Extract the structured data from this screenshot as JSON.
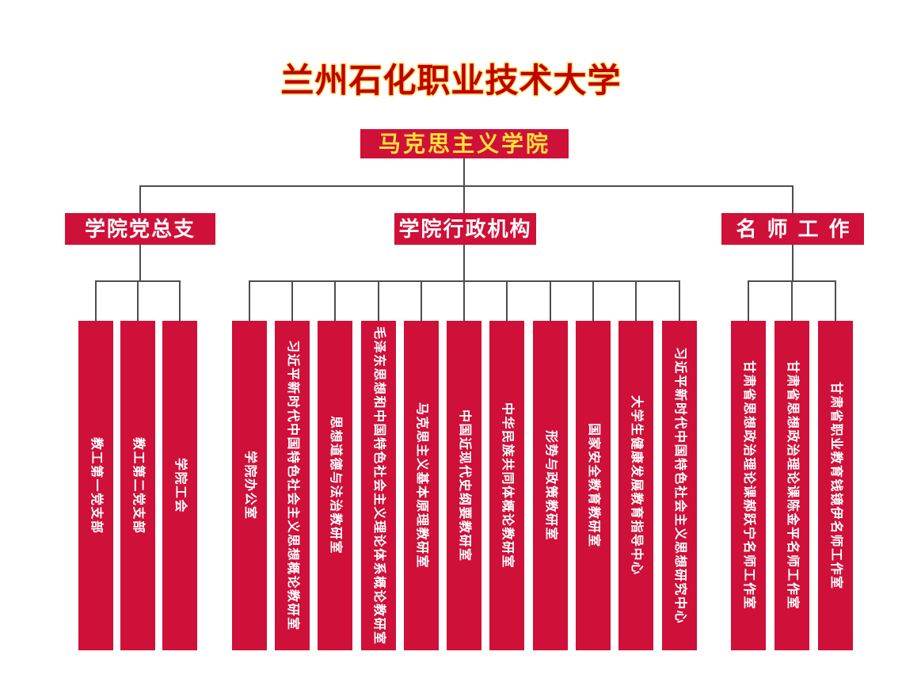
{
  "page": {
    "title": "兰州石化职业技术大学"
  },
  "chart": {
    "type": "org-chart",
    "root_label": "马克思主义学院",
    "groups": [
      {
        "label": "学院党总支",
        "children": [
          "教工第一党支部",
          "教工第二党支部",
          "学院工会"
        ]
      },
      {
        "label": "学院行政机构",
        "children": [
          "学院办公室",
          "习近平新时代中国特色社会主义思想概论教研室",
          "思想道德与法治教研室",
          "毛泽东思想和中国特色社会主义理论体系概论教研室",
          "马克思主义基本原理教研室",
          "中国近现代史纲要教研室",
          "中华民族共同体概论教研室",
          "形势与政策教研室",
          "国家安全教育教研室",
          "大学生健康发展教育指导中心",
          "习近平新时代中国特色社会主义思想研究中心"
        ]
      },
      {
        "label": "名师工作",
        "children": [
          "甘肃省思想政治理论课郝跃宁名师工作室",
          "甘肃省思想政治理论课陈金平名师工作室",
          "甘肃省职业教育钱镜伊名师工作室"
        ]
      }
    ],
    "colors": {
      "box_red": "#CF1039",
      "title_red": "#C00000",
      "title_outline_yellow": "#FFD95C",
      "root_text_yellow": "#FFE139",
      "connector_gray": "#4D4D4D"
    }
  }
}
